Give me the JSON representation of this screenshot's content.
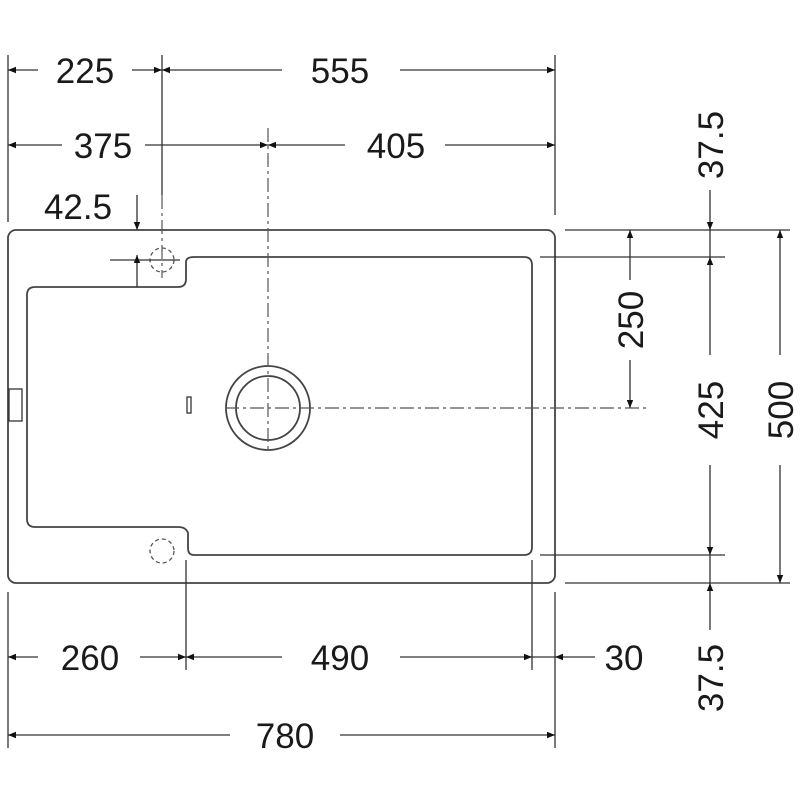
{
  "drawing": {
    "top_row_1": {
      "left": "225",
      "right": "555"
    },
    "top_row_2": {
      "left": "375",
      "right": "405"
    },
    "tap_hole_offset": "42.5",
    "right_side": {
      "drain_offset": "250",
      "top_rim": "37.5",
      "bowl_depth": "425",
      "bottom_rim": "37.5",
      "overall_depth": "500"
    },
    "bottom_row_1": {
      "drainer": "260",
      "bowl": "490",
      "rim": "30"
    },
    "bottom_row_2": {
      "overall_width": "780"
    }
  }
}
